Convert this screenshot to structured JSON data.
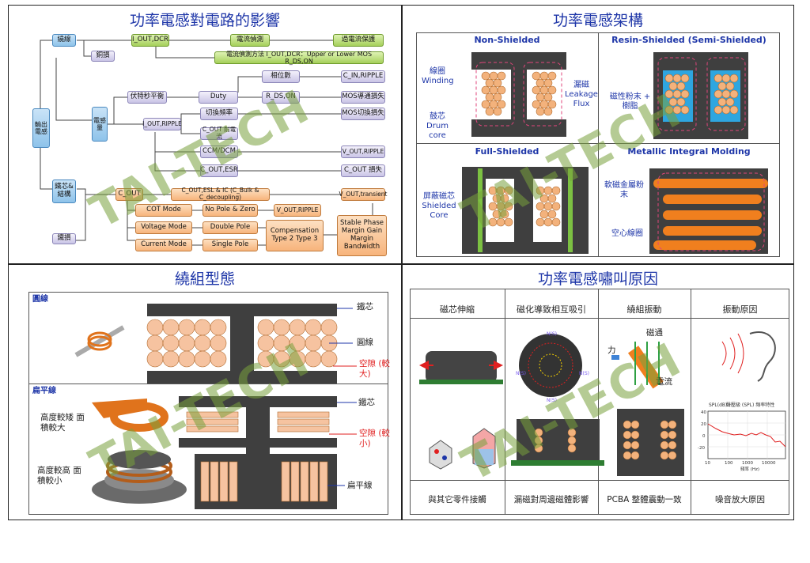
{
  "quadrants": {
    "tl_title": "功率電感對電路的影響",
    "tr_title": "功率電感架構",
    "bl_title": "繞組型態",
    "br_title": "功率電感嘯叫原因"
  },
  "flow": {
    "output_label": "輸出電感",
    "winding": "繞線",
    "loss1": "銅損",
    "iout_dcr": "I_OUT,DCR",
    "current_sense": "電流偵測",
    "overcurrent": "過電流保護",
    "sense_method": "電流偵測方法 I_OUT,DCR：Upper or Lower MOS R_DS,ON",
    "inductance": "電感量",
    "volt_sec": "伏特秒平衡",
    "duty": "Duty",
    "phase": "相位數",
    "cin_ripple": "C_IN,RIPPLE",
    "rdson": "R_DS,ON",
    "mos_cond": "MOS導通損失",
    "iout_ripple": "I_OUT,RIPPLE",
    "sw_freq": "切換頻率",
    "mos_sw": "MOS切換損失",
    "cout_eff": "C_OUT 耐電流",
    "ccm": "CCM/DCM",
    "vout_ripple": "V_OUT,RIPPLE",
    "cout_esr": "C_OUT,ESR",
    "cout_loss": "C_OUT 損失",
    "core": "鐵芯&結構",
    "cout": "C_OUT",
    "cout_esl": "C_OUT,ESL & IC (C_Bulk & C_decoupling)",
    "vout_trans": "V_OUT,transient",
    "cot": "COT Mode",
    "nopole": "No Pole & Zero",
    "vout_ripple2": "V_OUT,RIPPLE",
    "voltage_mode": "Voltage Mode",
    "double_pole": "Double Pole",
    "compensation": "Compensation Type 2 Type 3",
    "stable": "Stable Phase Margin Gain Margin Bandwidth",
    "current_mode": "Current Mode",
    "single_pole": "Single Pole",
    "loss2": "鐵損"
  },
  "structure": {
    "non_shielded": "Non-Shielded",
    "resin_shielded": "Resin-Shielded (Semi-Shielded)",
    "full_shielded": "Full-Shielded",
    "metallic": "Metallic Integral Molding",
    "winding_lbl": "線圈 Winding",
    "leakage_lbl": "漏磁 Leakage Flux",
    "drum_lbl": "鼓芯 Drum core",
    "mag_powder_lbl": "磁性粉末 + 樹脂",
    "shield_lbl": "屏蔽磁芯 Shielded Core",
    "soft_mag_lbl": "軟磁金屬粉末",
    "air_coil_lbl": "空心線圈"
  },
  "winding_types": {
    "round": "圓線",
    "flat": "扁平線",
    "iron1": "鐵芯",
    "round_wire": "圓線",
    "gap_big": "空隙 (較大)",
    "iron2": "鐵芯",
    "gap_small": "空隙 (較小)",
    "flat_wire": "扁平線",
    "tall_thin": "高度較矮 面積較大",
    "tall_thick": "高度較高 面積較小"
  },
  "noise": {
    "h1": "磁芯伸縮",
    "h2": "磁化導致相互吸引",
    "h3": "繞組振動",
    "h4": "振動原因",
    "f1": "與其它零件接觸",
    "f2": "漏磁對周邊磁體影響",
    "f3": "PCBA 整體震動一致",
    "f4": "噪音放大原因",
    "force": "力",
    "flux": "磁通",
    "current": "電流",
    "spl_title": "聲壓級 (SPL) 頻率特性",
    "spl_ylabel": "SPL(dB)",
    "spl_xlabel": "頻率 (Hz)",
    "yticks": [
      "40",
      "20",
      "0",
      "-20"
    ],
    "xticks": [
      "10",
      "100",
      "1000",
      "10000"
    ],
    "ns_labels": [
      "N(S)",
      "N(S)",
      "N(S)",
      "N(S)"
    ]
  },
  "watermark": "TAI-TECH"
}
